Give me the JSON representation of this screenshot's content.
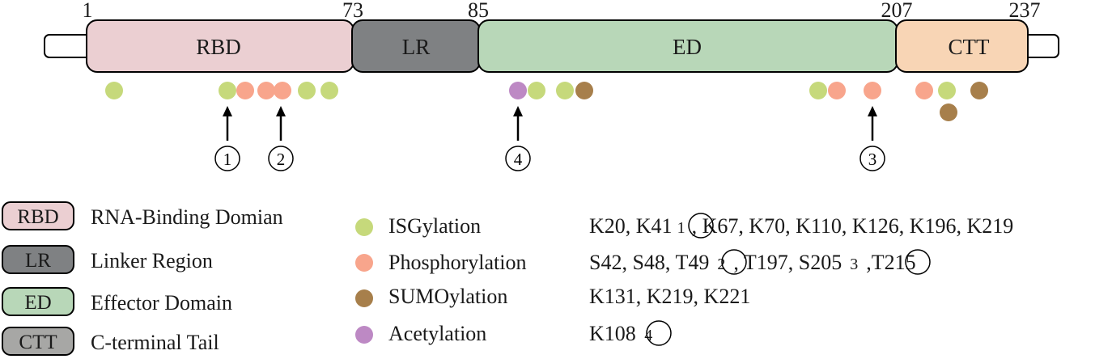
{
  "positions": {
    "p1": "1",
    "p73": "73",
    "p85": "85",
    "p207": "207",
    "p237": "237"
  },
  "domains": {
    "rbd": "RBD",
    "lr": "LR",
    "ed": "ED",
    "ctt": "CTT"
  },
  "markers": {
    "m1": "1",
    "m2": "2",
    "m3": "3",
    "m4": "4"
  },
  "legend_domains": [
    {
      "abbr": "RBD",
      "label": "RNA-Binding Domian"
    },
    {
      "abbr": "LR",
      "label": "Linker Region"
    },
    {
      "abbr": "ED",
      "label": "Effector Domain"
    },
    {
      "abbr": "CTT",
      "label": "C-terminal Tail"
    }
  ],
  "legend_mods": [
    {
      "label": "ISGylation",
      "sites": [
        "K20, K41",
        "1",
        ", K67, K70, K110, K126, K196, K219"
      ]
    },
    {
      "label": "Phosphorylation",
      "sites": [
        "S42, S48, T49",
        "2",
        ", T197, S205",
        "3",
        ",T215"
      ]
    },
    {
      "label": "SUMOylation",
      "sites": [
        "K131, K219, K221"
      ]
    },
    {
      "label": "Acetylation",
      "sites": [
        "K108 ",
        "4"
      ]
    }
  ],
  "colors": {
    "rbd": "#ebcfd2",
    "lr": "#7f8183",
    "ed": "#b8d7b8",
    "ctt": "#f8d5b5",
    "ctt_legend": "#a7a7a5",
    "isgylation": "#c6d97b",
    "phosphorylation": "#f8a58c",
    "sumoylation": "#a77f4b",
    "acetylation": "#bd89c4"
  }
}
